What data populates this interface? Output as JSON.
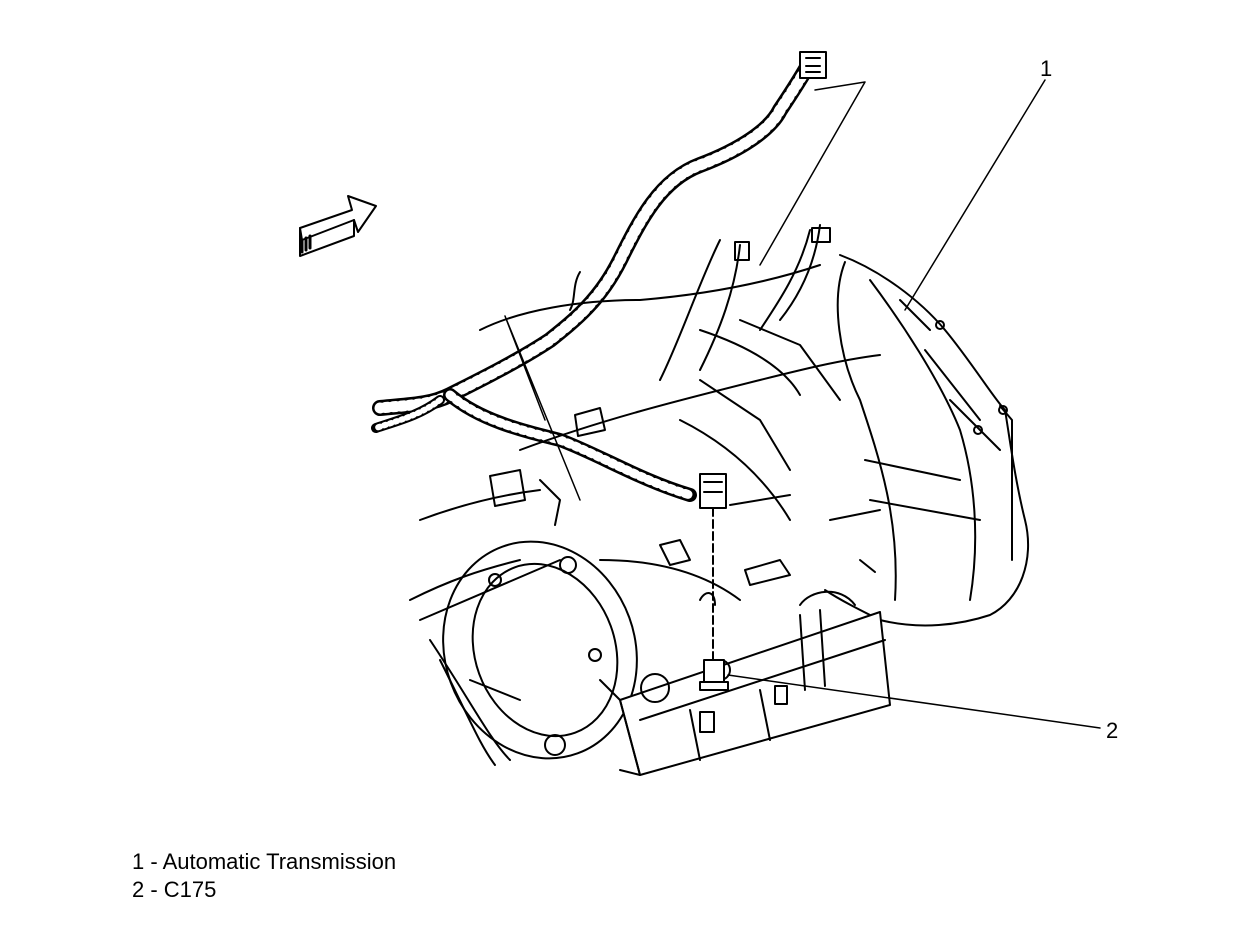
{
  "callouts": [
    {
      "number": "1",
      "label": "Automatic Transmission"
    },
    {
      "number": "2",
      "label": "C175"
    }
  ],
  "legend": [
    "1 - Automatic Transmission",
    "2 - C175"
  ],
  "colors": {
    "line": "#000000",
    "background": "#ffffff"
  },
  "icons": [
    "direction-arrow-icon"
  ]
}
